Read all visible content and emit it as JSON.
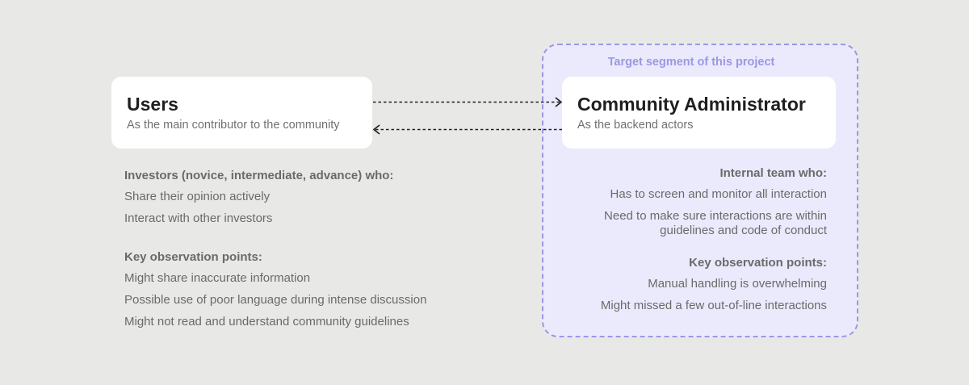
{
  "segment": {
    "label": "Target segment of this project"
  },
  "users_card": {
    "title": "Users",
    "subtitle": "As the main contributor to the community"
  },
  "admin_card": {
    "title": "Community Administrator",
    "subtitle": "As the backend actors"
  },
  "users_details": {
    "heading": "Investors (novice, intermediate, advance) who:",
    "items": [
      "Share their opinion actively",
      "Interact with other investors"
    ],
    "observations_heading": "Key observation points:",
    "observations": [
      "Might share inaccurate information",
      "Possible use of poor language during intense discussion",
      "Might not read and understand community guidelines"
    ]
  },
  "admin_details": {
    "heading": "Internal team who:",
    "items": [
      "Has to screen and monitor all interaction",
      "Need to make sure interactions are within guidelines and code of conduct"
    ],
    "observations_heading": "Key observation points:",
    "observations": [
      "Manual handling is overwhelming",
      "Might missed a few out-of-line interactions"
    ]
  },
  "colors": {
    "background": "#e8e8e6",
    "segment_border": "#9b98e3",
    "segment_fill": "#ebeafd",
    "card": "#ffffff"
  }
}
